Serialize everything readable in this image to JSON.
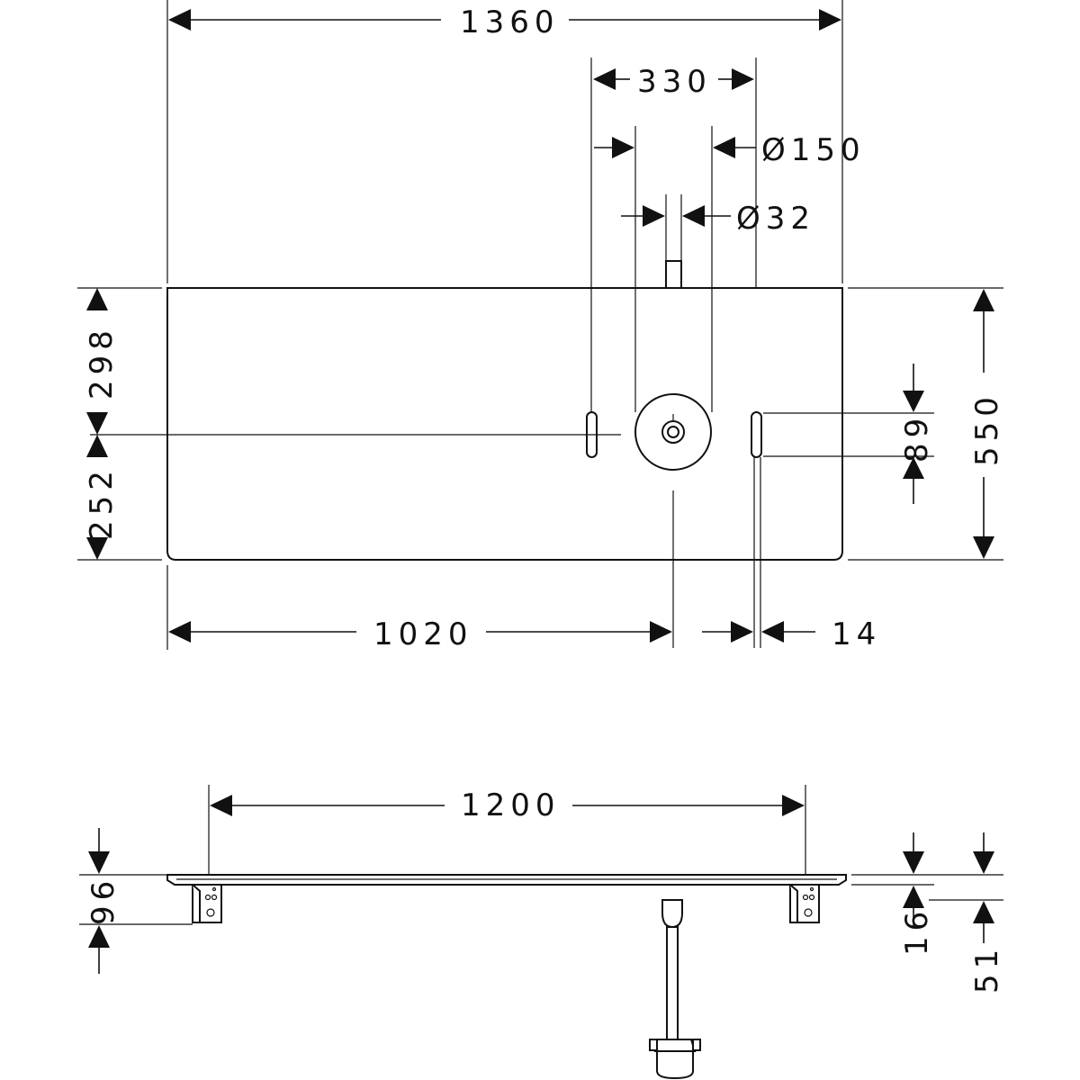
{
  "top_view": {
    "dims": {
      "overall_width": "1360",
      "tap_spacing": "330",
      "basin_diameter": "Ø150",
      "drain_diameter": "Ø32",
      "depth_front": "298",
      "depth_back": "252",
      "total_depth": "550",
      "slot_height": "89",
      "offset_left": "1020",
      "offset_right": "14"
    }
  },
  "side_view": {
    "dims": {
      "bracket_span": "1200",
      "left_height": "96",
      "right_thickness": "16",
      "right_height": "51"
    }
  }
}
